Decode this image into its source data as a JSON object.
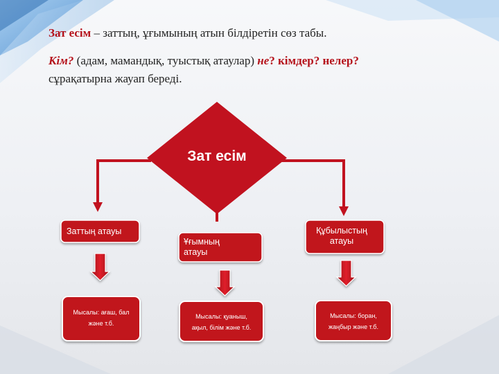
{
  "definition": {
    "term": "Зат есім",
    "dash": " – ",
    "text": "заттың, ұғымының атын білдіретін сөз табы."
  },
  "questions": {
    "q1": "Кім?",
    "q1_note": " (адам, мамандық, туыстық атаулар) ",
    "q2": "не",
    "q2_mark": "? ",
    "q3": "кімдер? нелер?",
    "line2": "сұрақатырна жауап береді."
  },
  "diagram": {
    "center": "Зат есім",
    "branches": [
      {
        "label": "Заттың атауы",
        "example": [
          "Мысалы: ағаш, бал",
          "және т.б."
        ]
      },
      {
        "label": "Ұғымның атауы",
        "example": [
          "Мысалы: қуаныш,",
          "ақыл, білім және т.б."
        ]
      },
      {
        "label": "Құбылыстың атауы",
        "example": [
          "Мысалы: боран,",
          "жаңбыр және т.б."
        ]
      }
    ]
  },
  "colors": {
    "accent": "#c1121f",
    "text": "#222222",
    "decor_blue": "#6aa8e0"
  }
}
